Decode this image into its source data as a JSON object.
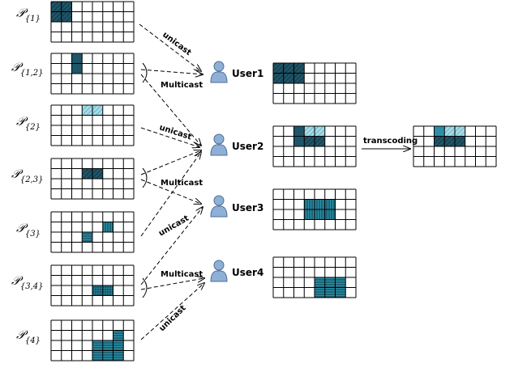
{
  "colors": {
    "dark_tile": "#1f5568",
    "dark_hatch": "#0f2f3b",
    "light_tile": "#a9dbe6",
    "light_hatch": "#4aa6bd",
    "mid_tile": "#2c8fa6",
    "mid_hatch": "#11495a",
    "grid_line": "#000000",
    "arrow": "#000000",
    "user_icon": "#7b9ac3"
  },
  "sets": [
    {
      "symbol": "𝒫",
      "subscript": "{1}"
    },
    {
      "symbol": "𝒫",
      "subscript": "{1,2}"
    },
    {
      "symbol": "𝒫",
      "subscript": "{2}"
    },
    {
      "symbol": "𝒫",
      "subscript": "{2,3}"
    },
    {
      "symbol": "𝒫",
      "subscript": "{3}"
    },
    {
      "symbol": "𝒫",
      "subscript": "{3,4}"
    },
    {
      "symbol": "𝒫",
      "subscript": "{4}"
    }
  ],
  "users": [
    "User1",
    "User2",
    "User3",
    "User4"
  ],
  "links": {
    "unicast": "unicast",
    "multicast": "Multicast",
    "transcoding": "transcoding"
  }
}
